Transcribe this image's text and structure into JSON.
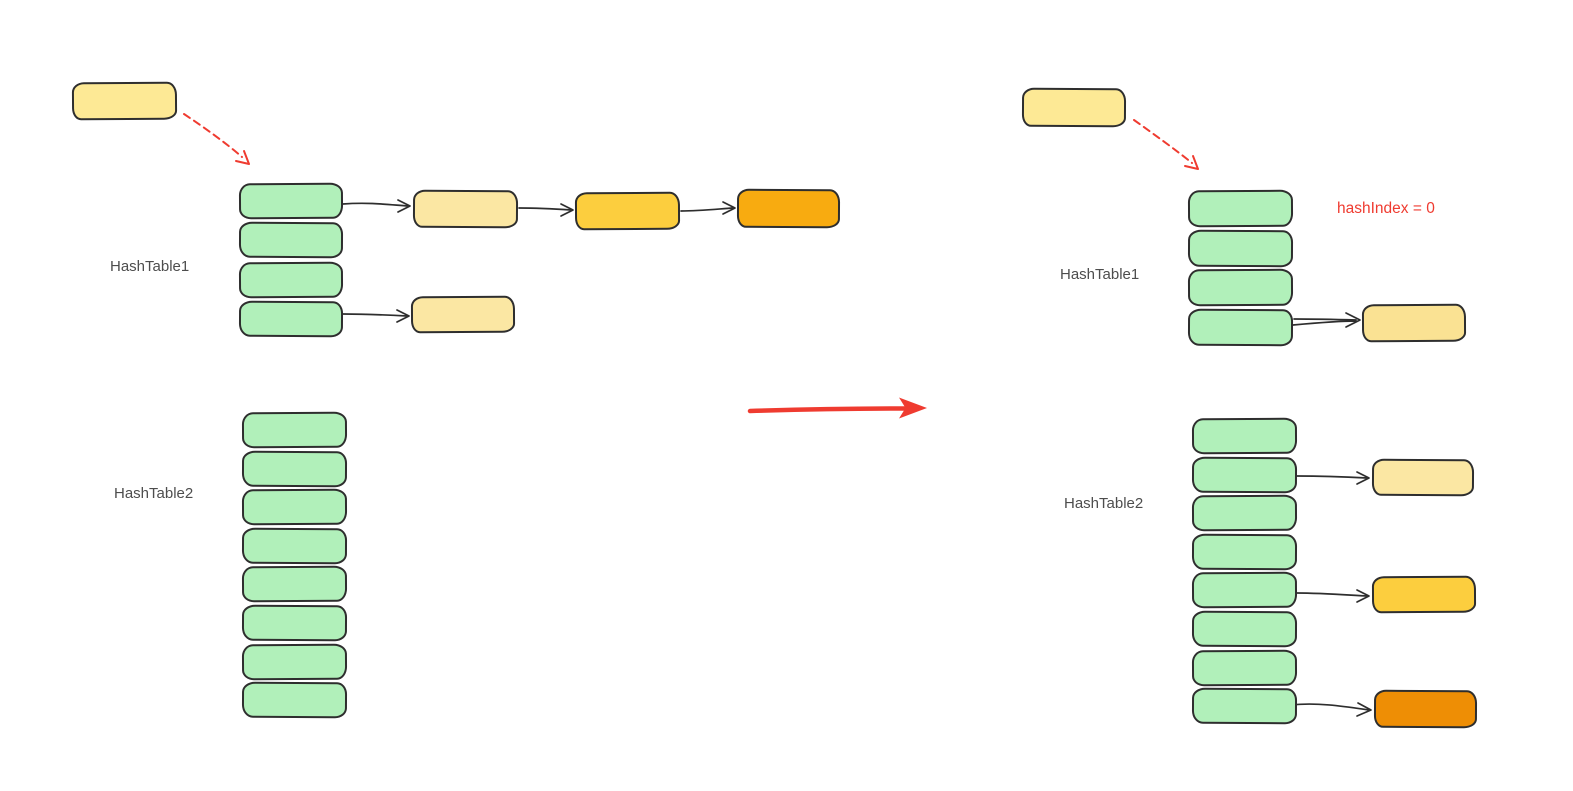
{
  "colors": {
    "bucket_green": "#b1f0ba",
    "key_yellow": "#fde995",
    "node_cream_yellow": "#fbe7a3",
    "node_soft_yellow": "#fae293",
    "node_gold": "#fcce3e",
    "node_orange": "#f8ab10",
    "node_dark_orange": "#ee8e05",
    "ink": "#2e2e2e",
    "red_accent": "#ef3b30",
    "label_gray": "#4d4d4d"
  },
  "left_state": {
    "key_box": {
      "color": "key_yellow"
    },
    "table1": {
      "label": "HashTable1",
      "bucket_count": 4,
      "chains": [
        {
          "bucket_index": 0,
          "nodes": [
            "node_cream_yellow",
            "node_gold",
            "node_orange"
          ]
        },
        {
          "bucket_index": 3,
          "nodes": [
            "node_cream_yellow"
          ]
        }
      ]
    },
    "table2": {
      "label": "HashTable2",
      "bucket_count": 8,
      "chains": []
    }
  },
  "transition": {
    "symbol": "red-right-arrow"
  },
  "right_state": {
    "annotation": "hashIndex = 0",
    "key_box": {
      "color": "key_yellow"
    },
    "table1": {
      "label": "HashTable1",
      "bucket_count": 4,
      "chains": [
        {
          "bucket_index": 3,
          "nodes": [
            "node_soft_yellow"
          ]
        }
      ]
    },
    "table2": {
      "label": "HashTable2",
      "bucket_count": 8,
      "chains": [
        {
          "bucket_index": 1,
          "nodes": [
            "node_cream_yellow"
          ]
        },
        {
          "bucket_index": 4,
          "nodes": [
            "node_gold"
          ]
        },
        {
          "bucket_index": 7,
          "nodes": [
            "node_dark_orange"
          ]
        }
      ]
    }
  }
}
